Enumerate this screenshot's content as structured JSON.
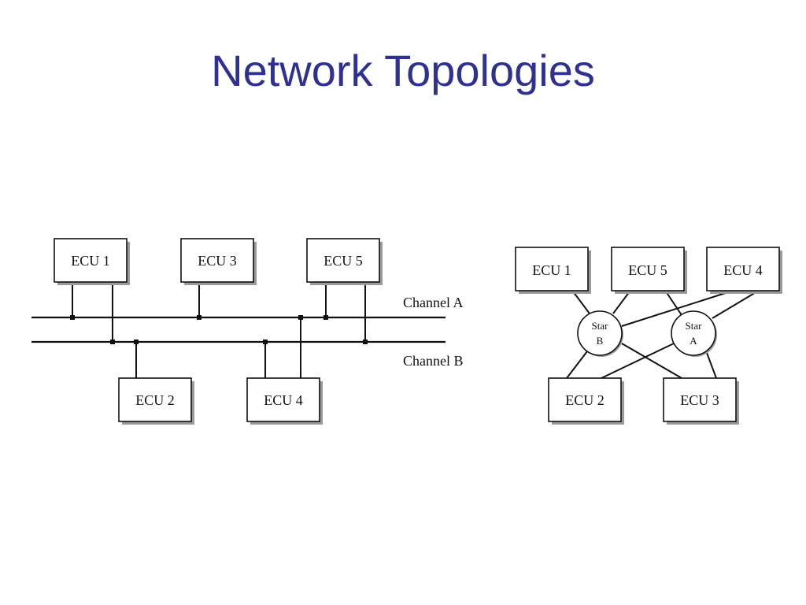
{
  "title": "Network Topologies",
  "bus_topology": {
    "channels": [
      "Channel A",
      "Channel B"
    ],
    "ecus_top": [
      "ECU 1",
      "ECU 3",
      "ECU 5"
    ],
    "ecus_bottom": [
      "ECU 2",
      "ECU 4"
    ]
  },
  "star_topology": {
    "ecus_top": [
      "ECU 1",
      "ECU 5",
      "ECU 4"
    ],
    "ecus_bottom": [
      "ECU 2",
      "ECU 3"
    ],
    "stars": [
      {
        "line1": "Star",
        "line2": "B"
      },
      {
        "line1": "Star",
        "line2": "A"
      }
    ]
  },
  "colors": {
    "title": "#2e3192",
    "line": "#111111"
  }
}
